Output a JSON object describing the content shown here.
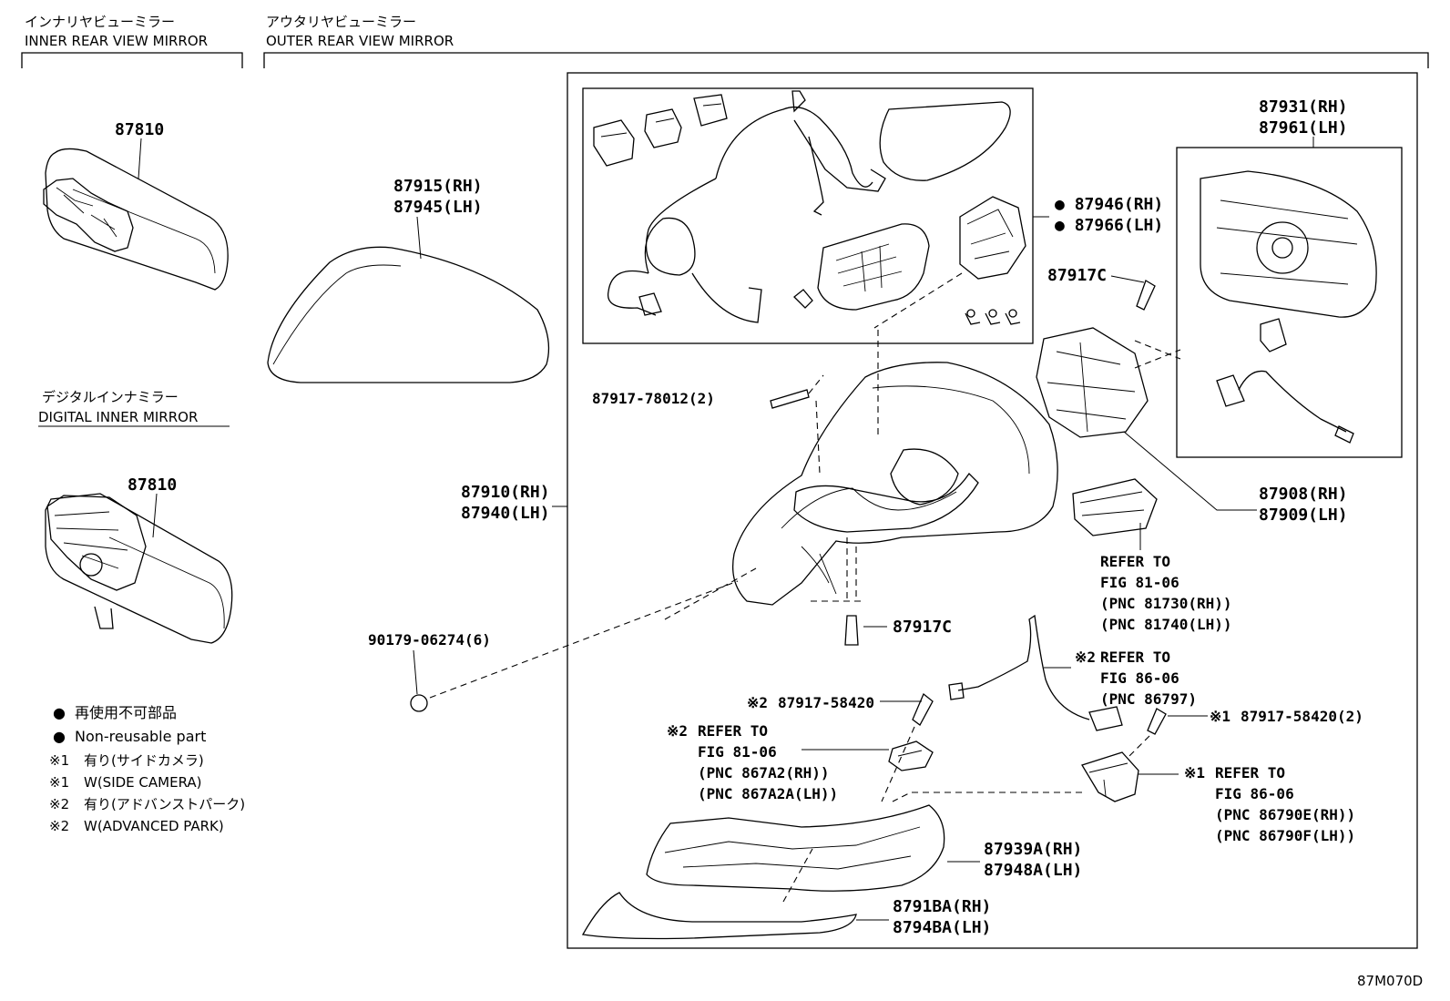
{
  "sections": {
    "inner": {
      "jp": "インナリヤビューミラー",
      "en": "INNER REAR VIEW MIRROR"
    },
    "outer": {
      "jp": "アウタリヤビューミラー",
      "en": "OUTER REAR VIEW MIRROR"
    },
    "digital": {
      "jp": "デジタルインナミラー",
      "en": "DIGITAL INNER MIRROR"
    }
  },
  "labels": {
    "inner_mirror": "87810",
    "digital_mirror": "87810",
    "cover_rh": "87915(RH)",
    "cover_lh": "87945(LH)",
    "assy_rh": "87910(RH)",
    "assy_lh": "87940(LH)",
    "screw_78012": "87917-78012(2)",
    "clip": "90179-06274(6)",
    "motor_rh": "87946(RH)",
    "motor_lh": "87966(LH)",
    "screw_c_top": "87917C",
    "screw_c_bottom": "87917C",
    "glass_rh": "87931(RH)",
    "glass_lh": "87961(LH)",
    "retractor_rh": "87908(RH)",
    "retractor_lh": "87909(LH)",
    "ref1": [
      "REFER TO",
      "FIG 81-06",
      "(PNC 81730(RH))",
      "(PNC 81740(LH))"
    ],
    "ref2": [
      "REFER TO",
      "FIG 86-06",
      "(PNC 86797)"
    ],
    "ref2_mark": "※2",
    "screw_58420_a": "87917-58420",
    "screw_58420_a_mark": "※2",
    "screw_58420_b": "87917-58420(2)",
    "screw_58420_b_mark": "※1",
    "ref3": [
      "REFER TO",
      "FIG 81-06",
      "(PNC 867A2(RH))",
      "(PNC 867A2A(LH))"
    ],
    "ref3_mark": "※2",
    "ref4": [
      "REFER TO",
      "FIG 86-06",
      "(PNC 86790E(RH))",
      "(PNC 86790F(LH))"
    ],
    "ref4_mark": "※1",
    "lower_rh": "87939A(RH)",
    "lower_lh": "87948A(LH)",
    "garnish_rh": "8791BA(RH)",
    "garnish_lh": "8794BA(LH)"
  },
  "legend": [
    {
      "symbol": "●",
      "text": "再使用不可部品"
    },
    {
      "symbol": "●",
      "text": "Non-reusable part"
    },
    {
      "symbol": "※1",
      "text": "有り(サイドカメラ)"
    },
    {
      "symbol": "※1",
      "text": "W(SIDE CAMERA)"
    },
    {
      "symbol": "※2",
      "text": "有り(アドバンストパーク)"
    },
    {
      "symbol": "※2",
      "text": "W(ADVANCED PARK)"
    }
  ],
  "bullet": "●",
  "figure_code": "87M070D"
}
